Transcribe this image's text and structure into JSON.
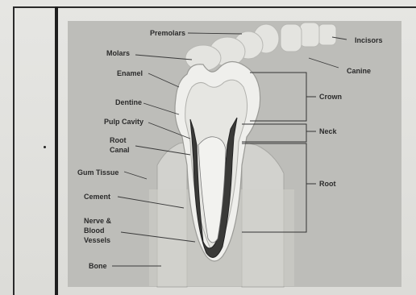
{
  "labels": {
    "premolars": "Premolars",
    "incisors": "Incisors",
    "molars": "Molars",
    "canine": "Canine",
    "enamel": "Enamel",
    "crown": "Crown",
    "dentine": "Dentine",
    "pulp_cavity": "Pulp Cavity",
    "neck": "Neck",
    "root_canal_line1": "Root",
    "root_canal_line2": "Canal",
    "gum_tissue": "Gum Tissue",
    "root": "Root",
    "cement": "Cement",
    "nerve_line1": "Nerve &",
    "nerve_line2": "Blood",
    "nerve_line3": "Vessels",
    "bone": "Bone"
  }
}
